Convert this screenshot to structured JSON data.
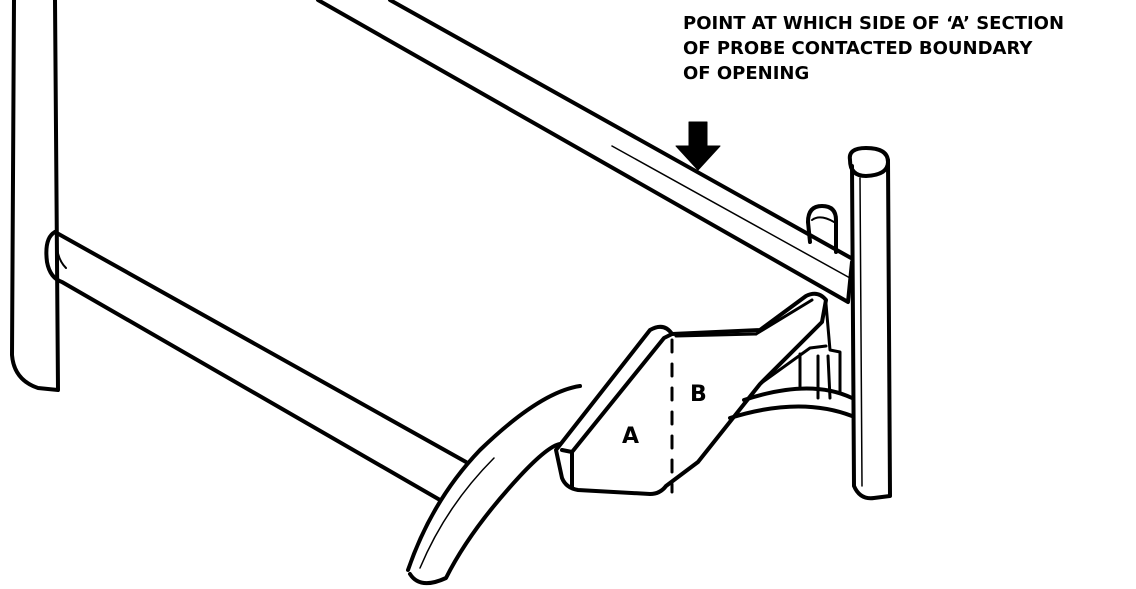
{
  "callout": {
    "lines": [
      "POINT AT WHICH SIDE OF ‘A’ SECTION",
      "OF PROBE CONTACTED BOUNDARY",
      "OF OPENING"
    ]
  },
  "probe": {
    "section_a_label": "A",
    "section_b_label": "B"
  },
  "icons": {
    "arrow": "down-arrow-icon"
  },
  "colors": {
    "ink": "#000000",
    "paper": "#ffffff"
  }
}
